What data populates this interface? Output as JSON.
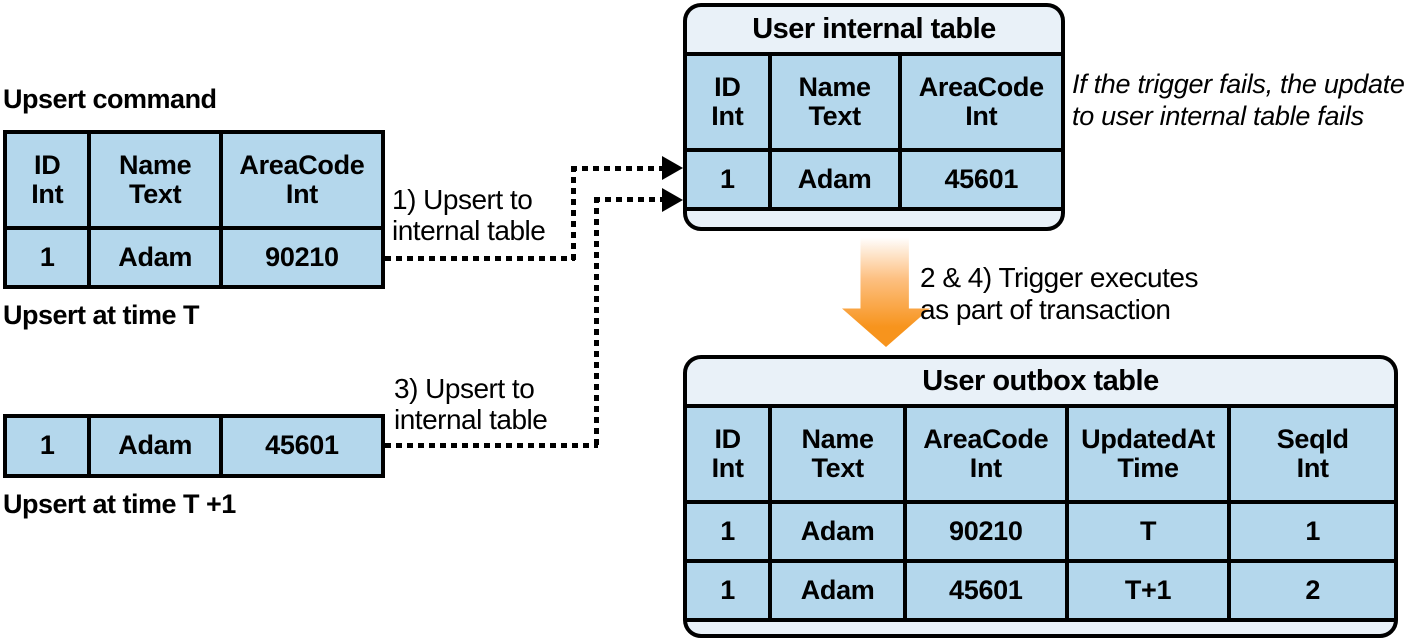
{
  "labels": {
    "upsert_command": "Upsert command",
    "upsert_time_t": "Upsert at time T",
    "upsert_time_t1": "Upsert at time T +1",
    "step1": "1) Upsert to\ninternal table",
    "step3": "3) Upsert to\ninternal table",
    "step24": "2 & 4) Trigger executes\nas part of transaction",
    "note": "If the trigger fails, the update\nto user internal table fails"
  },
  "tables": {
    "command": {
      "headers": [
        "ID\nInt",
        "Name\nText",
        "AreaCode\nInt"
      ],
      "row": [
        "1",
        "Adam",
        "90210"
      ]
    },
    "time_t1": {
      "row": [
        "1",
        "Adam",
        "45601"
      ]
    },
    "internal": {
      "title": "User internal table",
      "headers": [
        "ID\nInt",
        "Name\nText",
        "AreaCode\nInt"
      ],
      "row": [
        "1",
        "Adam",
        "45601"
      ]
    },
    "outbox": {
      "title": "User outbox table",
      "headers": [
        "ID\nInt",
        "Name\nText",
        "AreaCode\nInt",
        "UpdatedAt\nTime",
        "SeqId\nInt"
      ],
      "rows": [
        [
          "1",
          "Adam",
          "90210",
          "T",
          "1"
        ],
        [
          "1",
          "Adam",
          "45601",
          "T+1",
          "2"
        ]
      ]
    }
  },
  "colors": {
    "cell_blue": "#b4d7ec",
    "strip_blue": "#e9f1f8",
    "line_black": "#000000",
    "arrow_orange": "#f7941d"
  }
}
